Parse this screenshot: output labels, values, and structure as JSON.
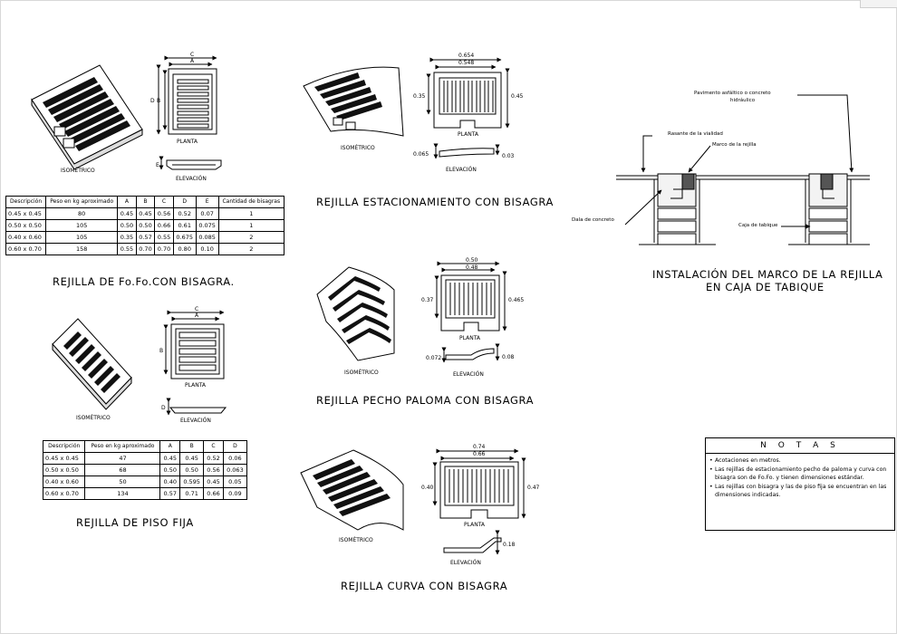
{
  "section1": {
    "title": "REJILLA DE Fo.Fo.CON BISAGRA.",
    "iso_label": "ISOMÉTRICO",
    "plan_label": "PLANTA",
    "elev_label": "ELEVACIÓN",
    "dims": {
      "c": "C",
      "a": "A",
      "d": "D",
      "b": "B",
      "e": "E"
    },
    "table": {
      "headers": [
        "Descripción",
        "Peso en kg aproximado",
        "A",
        "B",
        "C",
        "D",
        "E",
        "Cantidad de bisagras"
      ],
      "rows": [
        [
          "0.45 x 0.45",
          "80",
          "0.45",
          "0.45",
          "0.56",
          "0.52",
          "0.07",
          "1"
        ],
        [
          "0.50 x 0.50",
          "105",
          "0.50",
          "0.50",
          "0.66",
          "0.61",
          "0.075",
          "1"
        ],
        [
          "0.40 x 0.60",
          "105",
          "0.35",
          "0.57",
          "0.55",
          "0.675",
          "0.085",
          "2"
        ],
        [
          "0.60 x 0.70",
          "158",
          "0.55",
          "0.70",
          "0.70",
          "0.80",
          "0.10",
          "2"
        ]
      ]
    }
  },
  "section2": {
    "title": "REJILLA DE PISO FIJA",
    "iso_label": "ISOMÉTRICO",
    "plan_label": "PLANTA",
    "elev_label": "ELEVACIÓN",
    "dims": {
      "c": "C",
      "a": "A",
      "b": "B",
      "d": "D"
    },
    "table": {
      "headers": [
        "Descripción",
        "Peso en kg aproximado",
        "A",
        "B",
        "C",
        "D"
      ],
      "rows": [
        [
          "0.45 x 0.45",
          "47",
          "0.45",
          "0.45",
          "0.52",
          "0.06"
        ],
        [
          "0.50 x 0.50",
          "68",
          "0.50",
          "0.50",
          "0.56",
          "0.063"
        ],
        [
          "0.40 x 0.60",
          "50",
          "0.40",
          "0.595",
          "0.45",
          "0.05"
        ],
        [
          "0.60 x 0.70",
          "134",
          "0.57",
          "0.71",
          "0.66",
          "0.09"
        ]
      ]
    }
  },
  "section3": {
    "title": "REJILLA ESTACIONAMIENTO CON BISAGRA",
    "iso_label": "ISOMÉTRICO",
    "plan_label": "PLANTA",
    "elev_label": "ELEVACIÓN",
    "dims": {
      "outer": "0.654",
      "inner": "0.548",
      "left": "0.35",
      "right": "0.45",
      "elev_left": "0.065",
      "elev_right": "0.03"
    }
  },
  "section4": {
    "title": "REJILLA PECHO PALOMA CON BISAGRA",
    "iso_label": "ISOMÉTRICO",
    "plan_label": "PLANTA",
    "elev_label": "ELEVACIÓN",
    "dims": {
      "outer": "0.50",
      "inner": "0.48",
      "left": "0.37",
      "right": "0.465",
      "elev_left": "0.072",
      "elev_right": "0.08"
    }
  },
  "section5": {
    "title": "REJILLA CURVA CON BISAGRA",
    "iso_label": "ISOMÉTRICO",
    "plan_label": "PLANTA",
    "elev_label": "ELEVACIÓN",
    "dims": {
      "outer": "0.74",
      "inner": "0.66",
      "left": "0.40",
      "right": "0.47",
      "elev_right": "0.18"
    }
  },
  "installation": {
    "title_line1": "INSTALACIÓN DEL MARCO DE LA REJILLA",
    "title_line2": "EN CAJA DE TABIQUE",
    "label_pavimento_1": "Pavimento asfáltico o concreto",
    "label_pavimento_2": "hidráulico",
    "label_rasante": "Rasante de la vialidad",
    "label_marco": "Marco de la rejilla",
    "label_dala": "Dala de concreto",
    "label_caja": "Caja de tabique"
  },
  "notes": {
    "title": "N O T A S",
    "items": [
      "Acotaciones en metros.",
      "Las rejillas de estacionamiento pecho de paloma y curva con bisagra son de Fo.Fo. y tienen dimensiones estándar.",
      "Las rejillas con bisagra y las de piso fija se encuentran en las dimensiones indicadas."
    ]
  }
}
